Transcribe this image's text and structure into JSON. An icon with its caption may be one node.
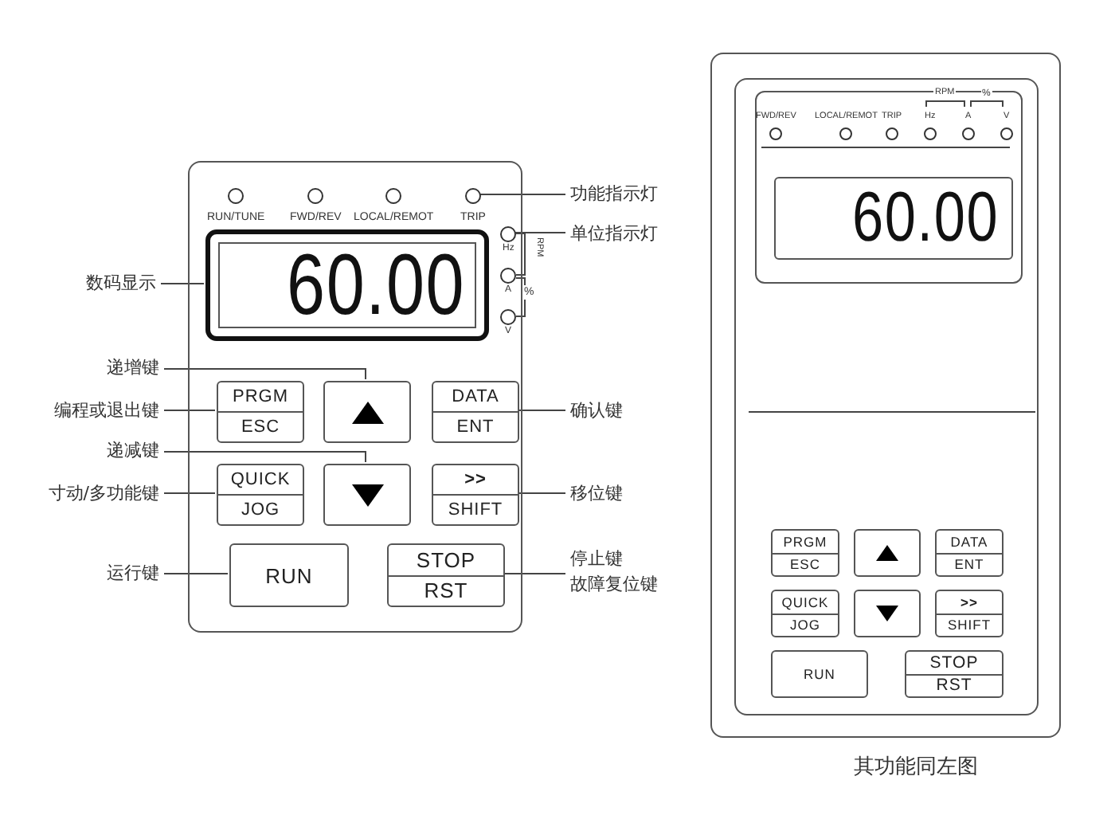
{
  "diagram": {
    "caption": "其功能同左图",
    "nodes": [
      {
        "text": [],
        "shape": "box"
      },
      {
        "text": [],
        "shape": "circle",
        "in": 0,
        "beside": [
          "RUN/TUNE"
        ]
      },
      {
        "text": [],
        "shape": "circle",
        "in": 0,
        "beside": [
          "FWD/REV"
        ]
      },
      {
        "text": [],
        "shape": "circle",
        "in": 0,
        "beside": [
          "LOCAL/REMOT"
        ]
      },
      {
        "text": [],
        "shape": "circle",
        "in": 0,
        "beside": [
          "TRIP"
        ]
      },
      {
        "text": [
          "60.00"
        ],
        "in": 0
      },
      {
        "text": [],
        "shape": "circle",
        "in": 0,
        "beside": [
          "Hz"
        ]
      },
      {
        "text": [],
        "shape": "circle",
        "in": 0,
        "beside": [
          "A"
        ]
      },
      {
        "text": [],
        "shape": "circle",
        "in": 0,
        "beside": [
          "V"
        ]
      },
      {
        "text": [
          "PRGM",
          "ESC"
        ],
        "in": 0
      },
      {
        "text": [],
        "shape": "box",
        "in": 0
      },
      {
        "text": [
          "DATA",
          "ENT"
        ],
        "in": 0
      },
      {
        "text": [
          "QUICK",
          "JOG"
        ],
        "in": 0
      },
      {
        "text": [],
        "shape": "box",
        "in": 0
      },
      {
        "text": [
          ">>",
          "SHIFT"
        ],
        "in": 0
      },
      {
        "text": [
          "RUN"
        ],
        "in": 0
      },
      {
        "text": [
          "STOP",
          "RST"
        ],
        "in": 0
      },
      {
        "text": [
          "功能指示灯"
        ]
      },
      {
        "text": [
          "单位指示灯"
        ]
      },
      {
        "text": [
          "数码显示"
        ]
      },
      {
        "text": [
          "递增键"
        ]
      },
      {
        "text": [
          "编程或退出键"
        ]
      },
      {
        "text": [
          "确认键"
        ]
      },
      {
        "text": [
          "递减键"
        ]
      },
      {
        "text": [
          "寸动/多功能键"
        ]
      },
      {
        "text": [
          "移位键"
        ]
      },
      {
        "text": [
          "运行键"
        ]
      },
      {
        "text": [
          "停止键",
          "故障复位键"
        ]
      },
      {
        "text": [],
        "shape": "box"
      },
      {
        "text": [],
        "shape": "box",
        "in": 28
      },
      {
        "text": [],
        "shape": "box",
        "in": 29
      },
      {
        "text": [],
        "shape": "circle",
        "in": 30,
        "beside": [
          "FWD/REV"
        ]
      },
      {
        "text": [],
        "shape": "circle",
        "in": 30,
        "beside": [
          "LOCAL/REMOT"
        ]
      },
      {
        "text": [],
        "shape": "circle",
        "in": 30,
        "beside": [
          "TRIP"
        ]
      },
      {
        "text": [],
        "shape": "circle",
        "in": 30,
        "beside": [
          "Hz"
        ]
      },
      {
        "text": [],
        "shape": "circle",
        "in": 30,
        "beside": [
          "A"
        ]
      },
      {
        "text": [],
        "shape": "circle",
        "in": 30,
        "beside": [
          "V"
        ]
      },
      {
        "text": [
          "60.00"
        ],
        "in": 30
      },
      {
        "text": [
          "PRGM",
          "ESC"
        ],
        "in": 29
      },
      {
        "text": [],
        "shape": "box",
        "in": 29
      },
      {
        "text": [
          "DATA",
          "ENT"
        ],
        "in": 29
      },
      {
        "text": [
          "QUICK",
          "JOG"
        ],
        "in": 29
      },
      {
        "text": [],
        "shape": "box",
        "in": 29
      },
      {
        "text": [
          ">>",
          "SHIFT"
        ],
        "in": 29
      },
      {
        "text": [
          "RUN"
        ],
        "in": 29
      },
      {
        "text": [
          "STOP",
          "RST"
        ],
        "in": 29
      }
    ],
    "edges": [
      {
        "from": 17,
        "to": 4,
        "arrow": "none"
      },
      {
        "from": 18,
        "to": 6,
        "arrow": "none"
      },
      {
        "from": 19,
        "to": 5,
        "arrow": "none"
      },
      {
        "from": 20,
        "to": 10,
        "arrow": "none"
      },
      {
        "from": 21,
        "to": 9,
        "arrow": "none"
      },
      {
        "from": 22,
        "to": 11,
        "arrow": "none"
      },
      {
        "from": 23,
        "to": 13,
        "arrow": "none"
      },
      {
        "from": 24,
        "to": 12,
        "arrow": "none"
      },
      {
        "from": 25,
        "to": 14,
        "arrow": "none"
      },
      {
        "from": 26,
        "to": 15,
        "arrow": "none"
      },
      {
        "from": 27,
        "to": 16,
        "arrow": "none"
      }
    ],
    "labels": [
      "RPM",
      "%",
      "RPM",
      "%"
    ]
  }
}
